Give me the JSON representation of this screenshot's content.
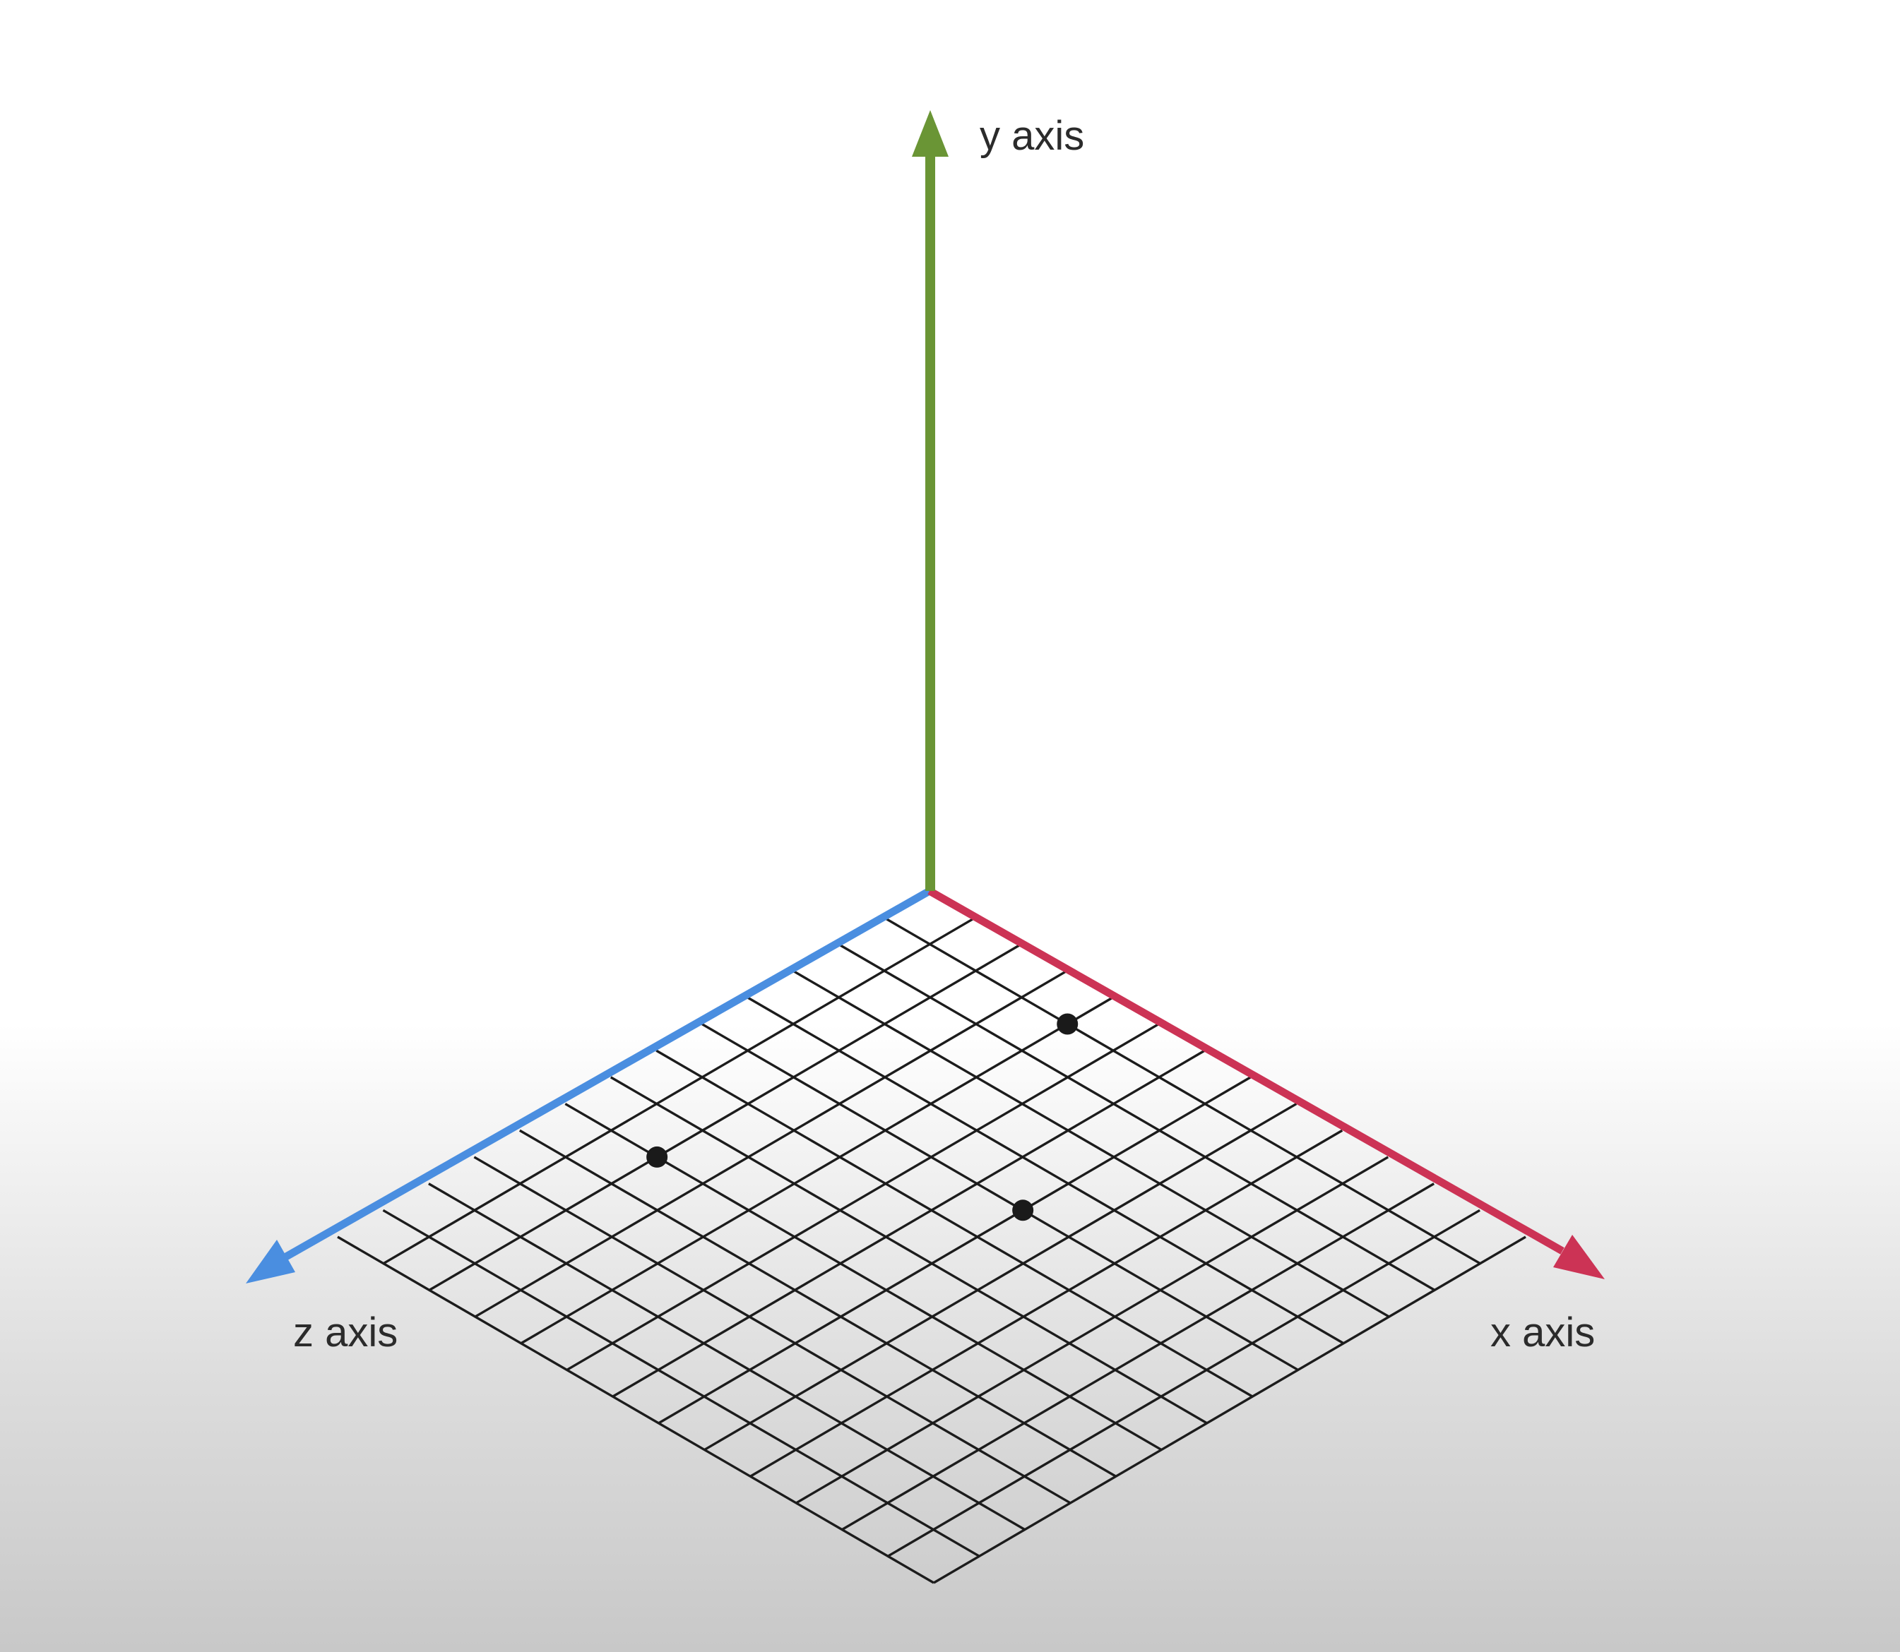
{
  "axes": {
    "x": {
      "label": "x axis",
      "color": "#cc3355"
    },
    "y": {
      "label": "y axis",
      "color": "#6a9535"
    },
    "z": {
      "label": "z axis",
      "color": "#4a8ee0"
    }
  },
  "grid": {
    "divisions": 13,
    "line_color": "#1c1c1c"
  },
  "points": [
    {
      "x": 4,
      "z": 1
    },
    {
      "x": 2,
      "z": 8
    },
    {
      "x": 7,
      "z": 5
    }
  ]
}
